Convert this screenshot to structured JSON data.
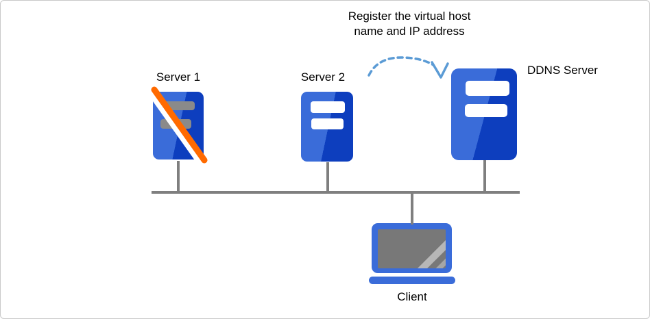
{
  "caption": {
    "line1": "Register the virtual host",
    "line2": "name and IP address"
  },
  "nodes": {
    "server1": {
      "label": "Server 1",
      "status": "failed",
      "icon": "server-icon"
    },
    "server2": {
      "label": "Server 2",
      "status": "active",
      "icon": "server-icon"
    },
    "ddns": {
      "label": "DDNS Server",
      "status": "active",
      "icon": "server-icon"
    },
    "client": {
      "label": "Client",
      "icon": "laptop-icon"
    }
  },
  "icons": {
    "failure": "failure-slash-icon",
    "register_flow": "dashed-curved-arrow-icon",
    "network": "bus-topology-lines"
  },
  "colors": {
    "blueLight": "#3A6CD9",
    "blueDark": "#0D3EBE",
    "barGray": "#8A8A8A",
    "slashOrange": "#FF6A00",
    "lineGray": "#7F7F7F",
    "arrowBlue": "#5B9BD5",
    "screenGray": "#787878",
    "laptopBlue": "#3A6CD9"
  }
}
